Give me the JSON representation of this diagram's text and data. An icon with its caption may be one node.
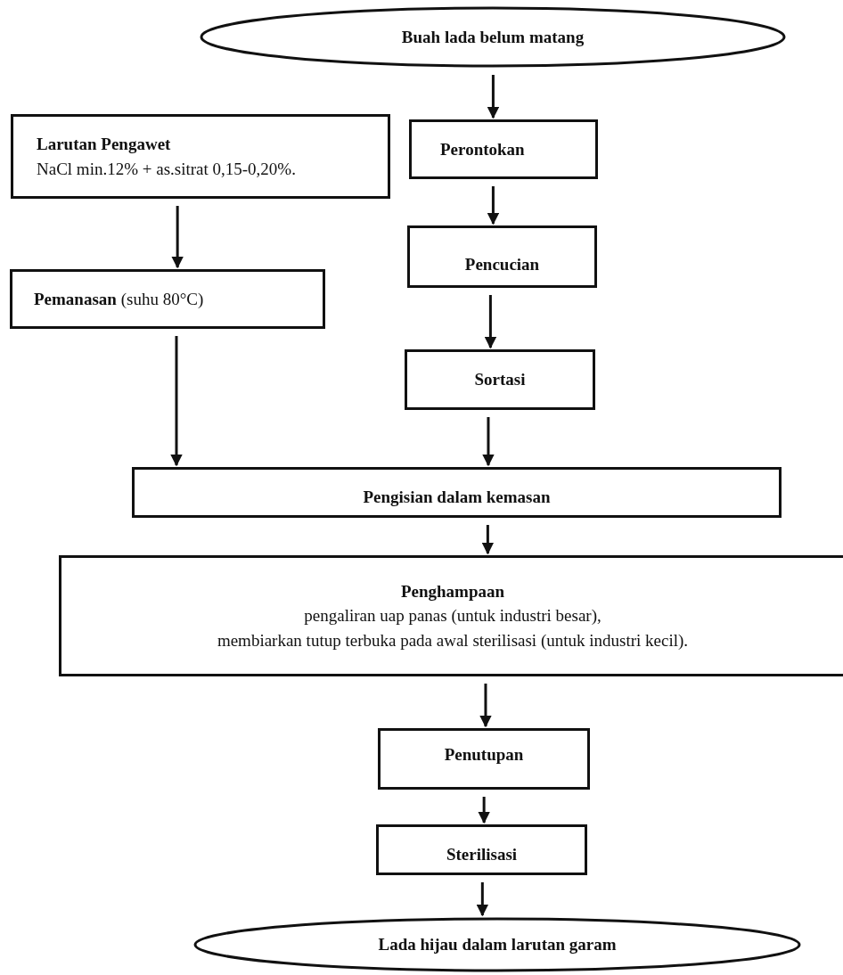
{
  "diagram": {
    "nodes": [
      {
        "text": [
          "Buah lada belum matang"
        ]
      },
      {
        "text": [
          "Larutan Pengawet",
          "NaCl min.12% + as.sitrat 0,15-0,20%."
        ]
      },
      {
        "text": [
          "Perontokan"
        ]
      },
      {
        "text": [
          "Pencucian"
        ]
      },
      {
        "text": [
          "**Pemanasan** (suhu 80°C)"
        ]
      },
      {
        "text": [
          "Sortasi"
        ]
      },
      {
        "text": [
          "Pengisian dalam kemasan"
        ]
      },
      {
        "text": [
          "Penghampaan",
          "pengaliran uap panas (untuk industri besar),",
          "membiarkan tutup terbuka pada awal sterilisasi (untuk industri kecil)."
        ]
      },
      {
        "text": [
          "Penutupan"
        ]
      },
      {
        "text": [
          "Sterilisasi"
        ]
      },
      {
        "text": [
          "Lada hijau dalam larutan garam"
        ]
      }
    ],
    "edges": [
      {
        "from": 0,
        "to": 2,
        "arrow": "to"
      },
      {
        "from": 1,
        "to": 4,
        "arrow": "to"
      },
      {
        "from": 2,
        "to": 3,
        "arrow": "to"
      },
      {
        "from": 3,
        "to": 5,
        "arrow": "to"
      },
      {
        "from": 4,
        "to": 6,
        "arrow": "to"
      },
      {
        "from": 5,
        "to": 6,
        "arrow": "to"
      },
      {
        "from": 6,
        "to": 7,
        "arrow": "to"
      },
      {
        "from": 7,
        "to": 8,
        "arrow": "to"
      },
      {
        "from": 8,
        "to": 9,
        "arrow": "to"
      },
      {
        "from": 9,
        "to": 10,
        "arrow": "to"
      }
    ]
  }
}
